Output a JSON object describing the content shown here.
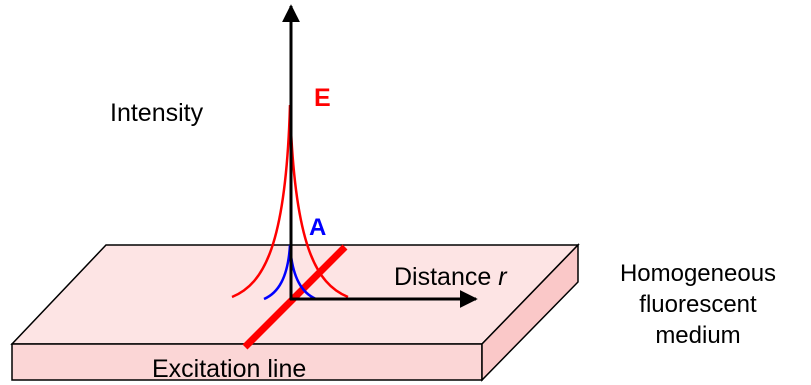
{
  "labels": {
    "intensity": "Intensity",
    "curve_e": "E",
    "curve_a": "A",
    "distance_prefix": "Distance ",
    "distance_var": "r",
    "excitation": "Excitation line",
    "medium_line1": "Homogeneous",
    "medium_line2": "fluorescent",
    "medium_line3": "medium"
  },
  "colors": {
    "slab_top": "#fde4e4",
    "slab_front": "#fbd6d6",
    "slab_side": "#fac8c8",
    "curve_e": "#ff0000",
    "curve_a": "#0000ff",
    "excitation_line": "#ff0000",
    "axes": "#000000"
  }
}
